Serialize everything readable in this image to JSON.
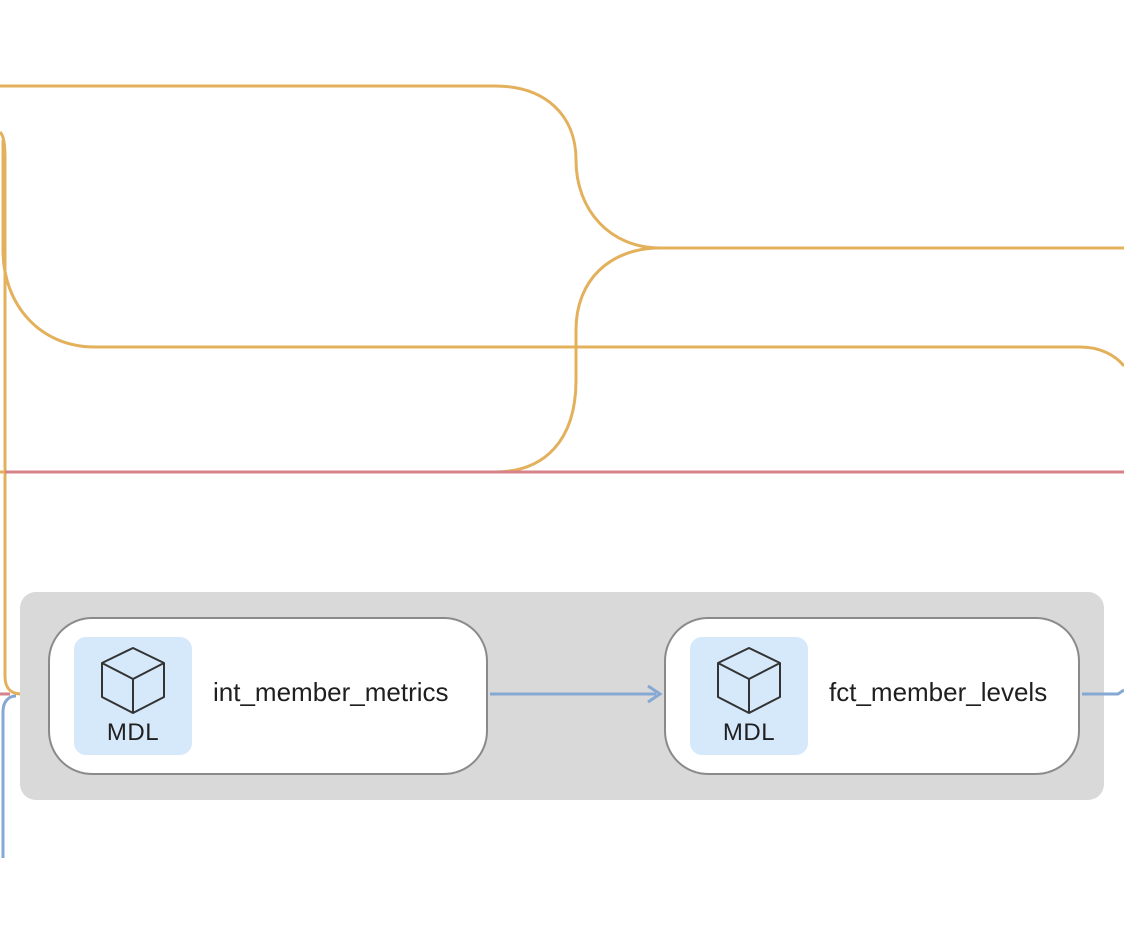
{
  "colors": {
    "parent_edge": "#e3b05b",
    "red_edge": "#d7818a",
    "blue_edge": "#86a9d3",
    "group_bg": "#d9d9d9",
    "badge_bg": "#d6e9fb",
    "node_border": "#8a8a8a"
  },
  "nodes": [
    {
      "id": "int_member_metrics",
      "label": "int_member_metrics",
      "badge": "MDL",
      "icon": "cube-icon"
    },
    {
      "id": "fct_member_levels",
      "label": "fct_member_levels",
      "badge": "MDL",
      "icon": "cube-icon"
    }
  ]
}
